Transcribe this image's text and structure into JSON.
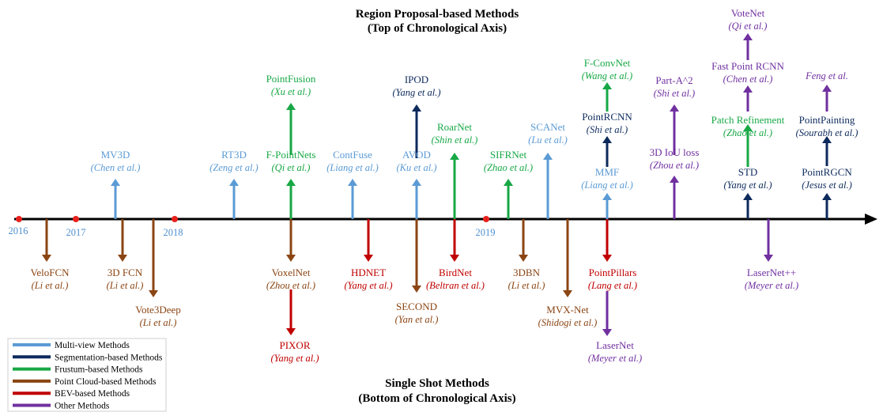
{
  "titles": {
    "top_line1": "Region Proposal-based Methods",
    "top_line2": "(Top of Chronological Axis)",
    "bottom_line1": "Single Shot Methods",
    "bottom_line2": "(Bottom of Chronological Axis)"
  },
  "colors": {
    "multiview": "#5b9bd5",
    "segmentation": "#0d2a5c",
    "frustum": "#17a845",
    "pointcloud": "#8b4513",
    "bev": "#c00000",
    "other": "#7030a0",
    "axis": "#000000",
    "year_dot": "#e8201c",
    "year_text": "#4f8fcf"
  },
  "years": [
    "2016",
    "2017",
    "2018",
    "2019"
  ],
  "legend": [
    {
      "label": "Multi-view Methods",
      "category": "multiview"
    },
    {
      "label": "Segmentation-based Methods",
      "category": "segmentation"
    },
    {
      "label": "Frustum-based Methods",
      "category": "frustum"
    },
    {
      "label": "Point Cloud-based Methods",
      "category": "pointcloud"
    },
    {
      "label": "BEV-based Methods",
      "category": "bev"
    },
    {
      "label": "Other Methods",
      "category": "other"
    }
  ],
  "methods": [
    {
      "name": "MV3D",
      "author": "(Chen et al.)",
      "category": "multiview"
    },
    {
      "name": "RT3D",
      "author": "(Zeng et al.)",
      "category": "multiview"
    },
    {
      "name": "F-PointNets",
      "author": "(Qi et al.)",
      "category": "frustum"
    },
    {
      "name": "PointFusion",
      "author": "(Xu et al.)",
      "category": "frustum"
    },
    {
      "name": "ContFuse",
      "author": "(Liang et al.)",
      "category": "multiview"
    },
    {
      "name": "AVOD",
      "author": "(Ku et al.)",
      "category": "multiview"
    },
    {
      "name": "IPOD",
      "author": "(Yang et al.)",
      "category": "segmentation"
    },
    {
      "name": "RoarNet",
      "author": "(Shin et al.)",
      "category": "frustum"
    },
    {
      "name": "SIFRNet",
      "author": "(Zhao et al.)",
      "category": "frustum"
    },
    {
      "name": "SCANet",
      "author": "(Lu et al.)",
      "category": "multiview"
    },
    {
      "name": "MMF",
      "author": "(Liang et al.)",
      "category": "multiview"
    },
    {
      "name": "PointRCNN",
      "author": "(Shi et al.)",
      "category": "segmentation"
    },
    {
      "name": "F-ConvNet",
      "author": "(Wang et al.)",
      "category": "frustum"
    },
    {
      "name": "3D IoU loss",
      "author": "(Zhou et al.)",
      "category": "other"
    },
    {
      "name": "Part-A^2",
      "author": "(Shi et al.)",
      "category": "other"
    },
    {
      "name": "STD",
      "author": "(Yang et al.)",
      "category": "segmentation"
    },
    {
      "name": "Patch Refinement",
      "author": "(Zhao et al.)",
      "category": "frustum"
    },
    {
      "name": "Fast Point RCNN",
      "author": "(Chen et al.)",
      "category": "other"
    },
    {
      "name": "VoteNet",
      "author": "(Qi et al.)",
      "category": "other"
    },
    {
      "name": "PointRGCN",
      "author": "(Jesus et al.)",
      "category": "segmentation"
    },
    {
      "name": "PointPainting",
      "author": "(Sourabh et al.)",
      "category": "segmentation"
    },
    {
      "name": "",
      "author": "Feng et al.",
      "category": "other"
    },
    {
      "name": "VeloFCN",
      "author": "(Li et al.)",
      "category": "pointcloud"
    },
    {
      "name": "3D FCN",
      "author": "(Li et al.)",
      "category": "pointcloud"
    },
    {
      "name": "Vote3Deep",
      "author": "(Li et al.)",
      "category": "pointcloud"
    },
    {
      "name": "VoxelNet",
      "author": "(Zhou et al.)",
      "category": "pointcloud"
    },
    {
      "name": "PIXOR",
      "author": "(Yang et al.)",
      "category": "bev"
    },
    {
      "name": "HDNET",
      "author": "(Yang et al.)",
      "category": "bev"
    },
    {
      "name": "SECOND",
      "author": "(Yan et al.)",
      "category": "pointcloud"
    },
    {
      "name": "BirdNet",
      "author": "(Beltran et al.)",
      "category": "bev"
    },
    {
      "name": "3DBN",
      "author": "(Li et al.)",
      "category": "pointcloud"
    },
    {
      "name": "MVX-Net",
      "author": "(Shidogi et al.)",
      "category": "pointcloud"
    },
    {
      "name": "PointPillars",
      "author": "(Lang et al.)",
      "category": "bev"
    },
    {
      "name": "LaserNet",
      "author": "(Meyer et al.)",
      "category": "other"
    },
    {
      "name": "LaserNet++",
      "author": "(Meyer et al.)",
      "category": "other"
    }
  ]
}
